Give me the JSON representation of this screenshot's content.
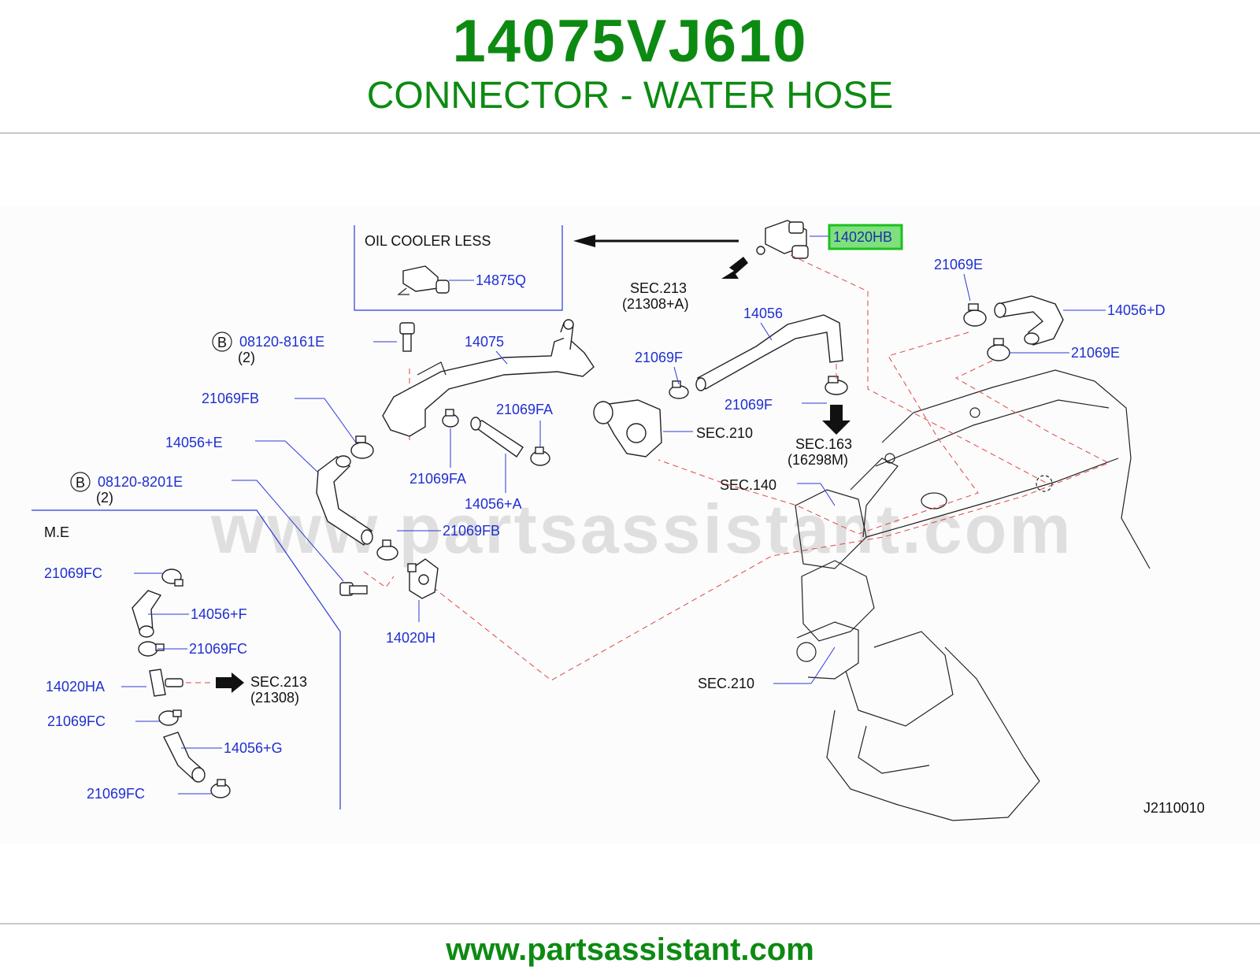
{
  "header": {
    "part_number": "14075VJ610",
    "description": "CONNECTOR - WATER HOSE"
  },
  "footer": {
    "url": "www.partsassistant.com"
  },
  "watermark": "www.partsassistant.com",
  "colors": {
    "brand_green": "#0d8a12",
    "label_blue": "#1f2fd1",
    "highlight_green": "#39c739",
    "dashed_red": "#e04545"
  },
  "diagram": {
    "inset": {
      "title": "OIL   COOLER   LESS",
      "part": "14875Q"
    },
    "highlighted_part": "14020HB",
    "labels": {
      "sec213a": "SEC.213",
      "sec213a_sub": "(21308+A)",
      "p21069E_top": "21069E",
      "p14056D": "14056+D",
      "p21069E_bot": "21069E",
      "p14056": "14056",
      "p21069F_left": "21069F",
      "p21069F_right": "21069F",
      "sec163": "SEC.163",
      "sec163_sub": "(16298M)",
      "sec210_top": "SEC.210",
      "sec140": "SEC.140",
      "sec210_bot": "SEC.210",
      "bolt1": "08120-8161E",
      "bolt1_qty": "(2)",
      "p14075": "14075",
      "p21069FB_top": "21069FB",
      "p21069FA_right": "21069FA",
      "p14056E": "14056+E",
      "p21069FA_left": "21069FA",
      "p14056A": "14056+A",
      "bolt2": "08120-8201E",
      "bolt2_qty": "(2)",
      "p21069FB_bot": "21069FB",
      "p14020H": "14020H",
      "me": "M.E",
      "me_21069FC_1": "21069FC",
      "me_14056F": "14056+F",
      "me_21069FC_2": "21069FC",
      "me_14020HA": "14020HA",
      "me_sec213": "SEC.213",
      "me_sec213_sub": "(21308)",
      "me_21069FC_3": "21069FC",
      "me_14056G": "14056+G",
      "me_21069FC_4": "21069FC",
      "bolt_mark": "B",
      "figure_code": "J2110010"
    }
  }
}
